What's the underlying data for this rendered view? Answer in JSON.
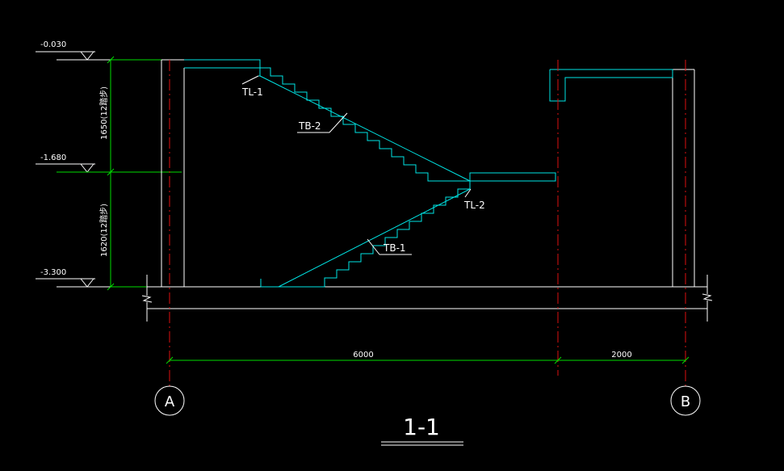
{
  "colors": {
    "background": "#000000",
    "outline": "#ffffff",
    "stair": "#00e5e5",
    "dimension": "#00dd00",
    "axis": "#dd1111"
  },
  "elevations": [
    "-0.030",
    "-1.680",
    "-3.300"
  ],
  "vertical_dims": [
    "1650(12踏步)",
    "1620(12踏步)"
  ],
  "horizontal_dims": [
    "6000",
    "2000"
  ],
  "labels": {
    "tl1": "TL-1",
    "tl2": "TL-2",
    "tb1": "TB-1",
    "tb2": "TB-2"
  },
  "grid_axes": [
    "A",
    "B"
  ],
  "section_title": "1-1"
}
